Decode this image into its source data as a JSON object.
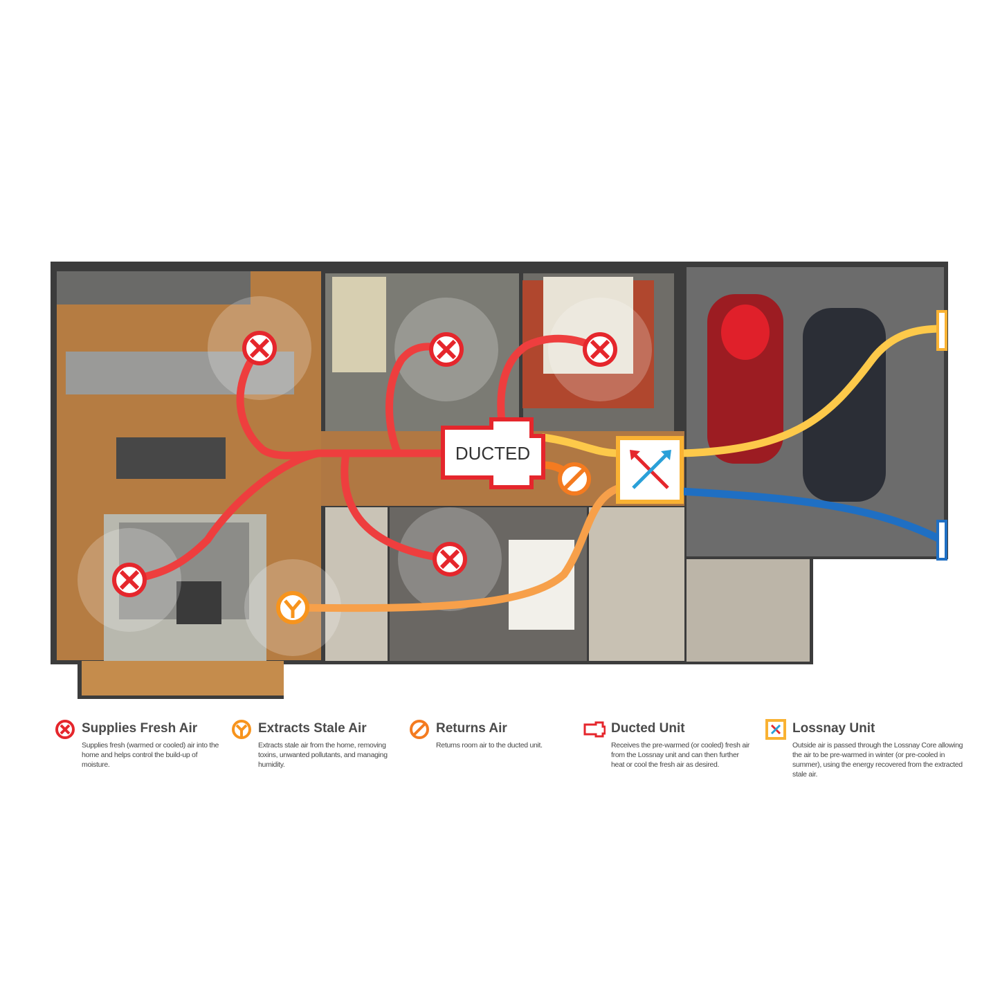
{
  "diagram": {
    "ducted_unit_label": "DUCTED",
    "colors": {
      "supply": "#e5262c",
      "extract": "#f7941d",
      "return": "#f47b20",
      "fresh_intake": "#fdc94a",
      "exhaust": "#1f6fc3",
      "lossnay_frame": "#f9b233"
    }
  },
  "legend": [
    {
      "icon": "supply-x-icon",
      "title": "Supplies Fresh Air",
      "text": "Supplies fresh (warmed or cooled) air into the home and helps control the build-up of moisture."
    },
    {
      "icon": "extract-icon",
      "title": "Extracts Stale Air",
      "text": "Extracts stale air from the home, removing toxins, unwanted pollutants, and managing humidity."
    },
    {
      "icon": "return-icon",
      "title": "Returns Air",
      "text": "Returns room air to the ducted unit."
    },
    {
      "icon": "ducted-unit-icon",
      "title": "Ducted Unit",
      "text": "Receives the pre-warmed (or cooled) fresh air from the Lossnay unit and can then further heat or cool the fresh air as desired."
    },
    {
      "icon": "lossnay-unit-icon",
      "title": "Lossnay Unit",
      "text": "Outside air is passed through the Lossnay Core allowing the air to be pre-warmed in winter (or pre-cooled in summer), using the energy recovered from the extracted stale air."
    }
  ]
}
